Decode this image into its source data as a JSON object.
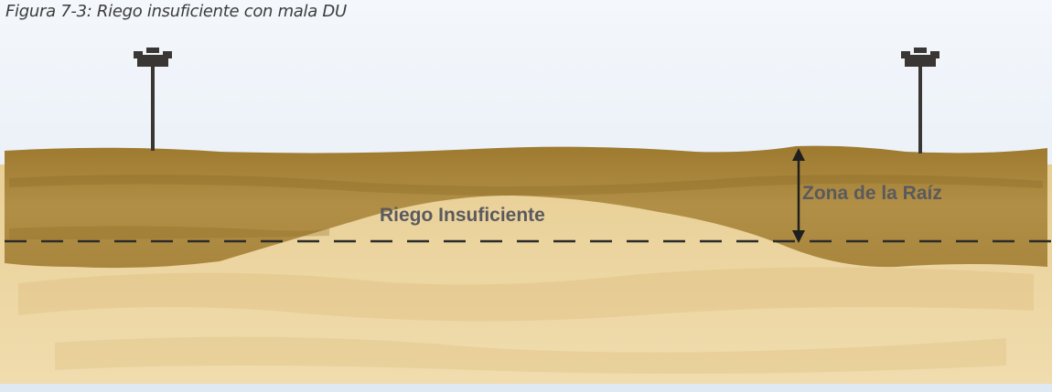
{
  "caption": "Figura 7-3: Riego insuficiente con mala DU",
  "labels": {
    "insufficient": "Riego Insuficiente",
    "root_zone": "Zona de la Raíz"
  },
  "icons": [
    "sprinkler-icon",
    "sprinkler-icon",
    "double-arrow-icon"
  ],
  "colors": {
    "sky": "#e7eff7",
    "wet_soil": "#a88637",
    "dry_soil": "#ead3a1",
    "text": "#5a5a5e",
    "line": "#2b2b2b"
  }
}
